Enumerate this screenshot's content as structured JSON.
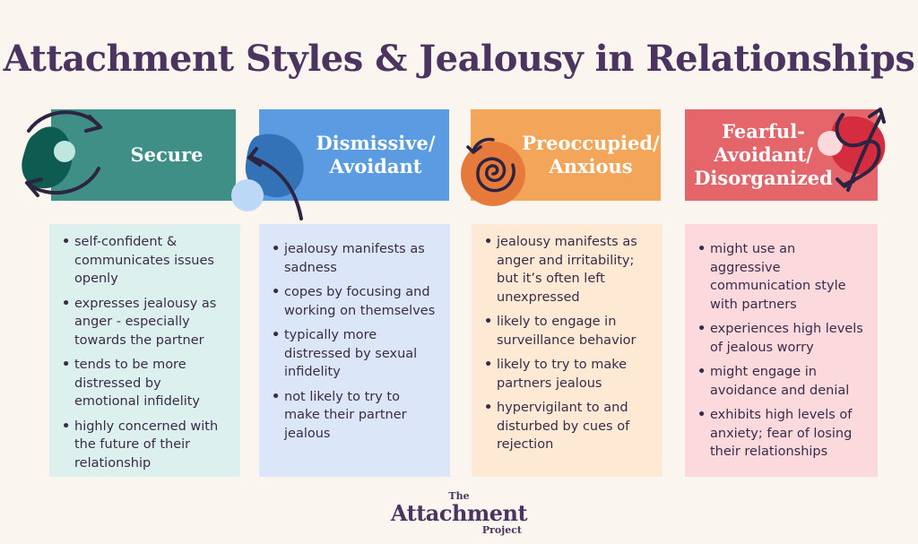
{
  "title": "Attachment Styles & Jealousy in Relationships",
  "styles": [
    {
      "name": "Secure",
      "color": "#3f8f86",
      "icon": "circular-arrows-icon",
      "points": [
        "self-confident & communicates issues openly",
        "expresses jealousy as anger - especially towards the partner",
        "tends to be more distressed by emotional infidelity",
        "highly concerned with the future of their relationship"
      ]
    },
    {
      "name": "Dismissive/\nAvoidant",
      "color": "#5b9be1",
      "icon": "curved-arrow-icon",
      "points": [
        "jealousy manifests as sadness",
        "copes by focusing and working on themselves",
        "typically more distressed by sexual infidelity",
        "not likely to try to make their partner jealous"
      ]
    },
    {
      "name": "Preoccupied/\nAnxious",
      "color": "#f3a55a",
      "icon": "spiral-icon",
      "points": [
        "jealousy manifests as anger and irritability; but it’s often left unexpressed",
        "likely to engage in surveillance behavior",
        "likely to try to make partners jealous",
        "hypervigilant to and disturbed by cues of rejection"
      ]
    },
    {
      "name": "Fearful-\nAvoidant/\nDisorganized",
      "color": "#e4666a",
      "icon": "tangled-arrow-icon",
      "points": [
        "might use an aggressive communication style with partners",
        "experiences high levels of jealous worry",
        "might engage in avoidance and denial",
        "exhibits high levels of anxiety; fear of losing their relationships"
      ]
    }
  ],
  "logo": {
    "the": "The",
    "attachment": "Attachment",
    "project": "Project"
  }
}
